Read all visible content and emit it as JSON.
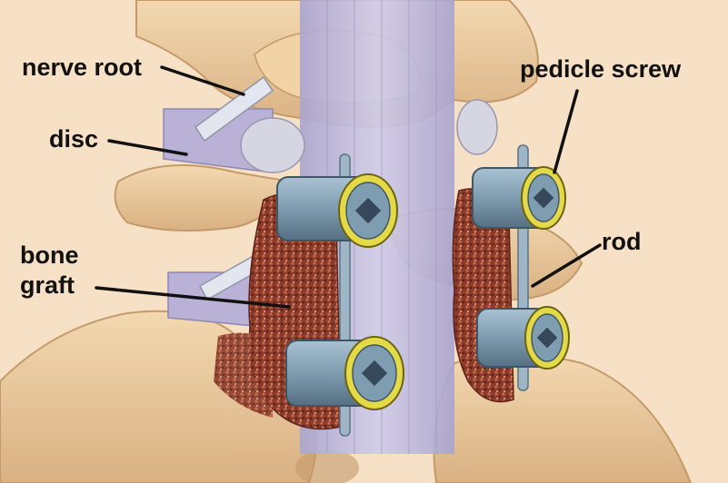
{
  "labels": {
    "nerve_root": "nerve root",
    "disc": "disc",
    "bone_graft_line1": "bone",
    "bone_graft_line2": "graft",
    "pedicle_screw": "pedicle screw",
    "rod": "rod"
  },
  "colors": {
    "background": "#f4dcc0",
    "bone": "#e8c79a",
    "bone_shadow": "#c9a070",
    "ligament": "#b8b4d8",
    "graft": "#8a3b2a",
    "screw": "#7f9db0",
    "screw_ring": "#e6dc4a",
    "label": "#111111"
  }
}
